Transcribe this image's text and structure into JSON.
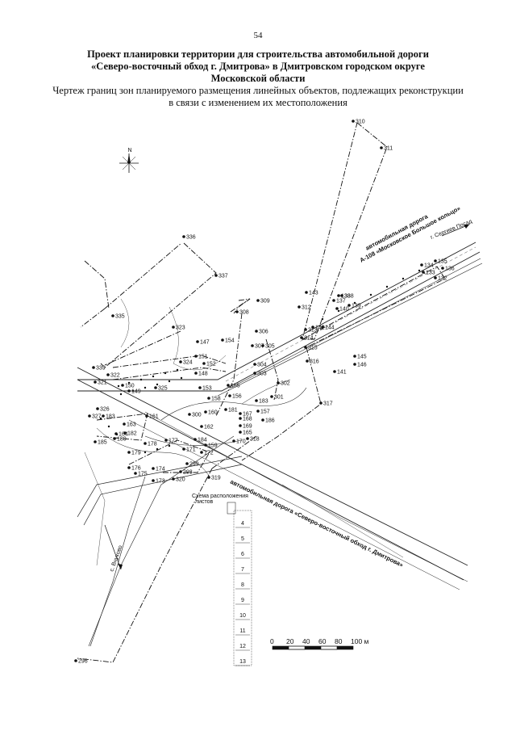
{
  "page_number": "54",
  "title_lines": [
    "Проект планировки территории для строительства автомобильной дороги",
    "«Северо-восточный обход г. Дмитрова» в Дмитровском городском округе",
    "Московской области"
  ],
  "subtitle_lines": [
    "Чертеж границ зон планируемого размещения линейных объектов, подлежащих реконструкции",
    "в связи с изменением их местоположения"
  ],
  "road_labels": {
    "a108_line1": "автомобильная дорога",
    "a108_line2": "А-108 «Московское Большое кольцо»",
    "to_sergiev_posad": "г. Сергиев Посад",
    "bypass": "автомобильная дорога «Северо-восточный обход г. Дмитрова»",
    "to_vnukovo": "с. Внуково"
  },
  "sheet_scheme": {
    "title_line1": "Схема расположения",
    "title_line2": "листов",
    "sheet_numbers": [
      "4",
      "5",
      "6",
      "7",
      "8",
      "9",
      "10",
      "11",
      "12",
      "13"
    ]
  },
  "scale_bar": {
    "ticks": [
      "0",
      "20",
      "40",
      "60",
      "80",
      "100 м"
    ]
  },
  "point_labels": [
    "310",
    "311",
    "336",
    "337",
    "335",
    "338",
    "323",
    "309",
    "308",
    "306",
    "305",
    "307",
    "312",
    "313",
    "143",
    "138",
    "137",
    "140",
    "139",
    "142",
    "144",
    "145",
    "146",
    "141",
    "314",
    "315",
    "316",
    "317",
    "304",
    "303",
    "302",
    "301",
    "147",
    "154",
    "151",
    "152",
    "324",
    "148",
    "339",
    "322",
    "150",
    "149",
    "325",
    "321",
    "153",
    "155",
    "158",
    "156",
    "183",
    "157",
    "186",
    "300",
    "160",
    "161",
    "162",
    "181",
    "167",
    "168",
    "169",
    "165",
    "170",
    "318",
    "326",
    "327",
    "183",
    "163",
    "164",
    "180",
    "185",
    "182",
    "177",
    "178",
    "179",
    "184",
    "159",
    "171",
    "172",
    "176",
    "175",
    "174",
    "299",
    "298",
    "173",
    "320",
    "319",
    "296",
    "134",
    "135",
    "136",
    "133",
    "132"
  ]
}
